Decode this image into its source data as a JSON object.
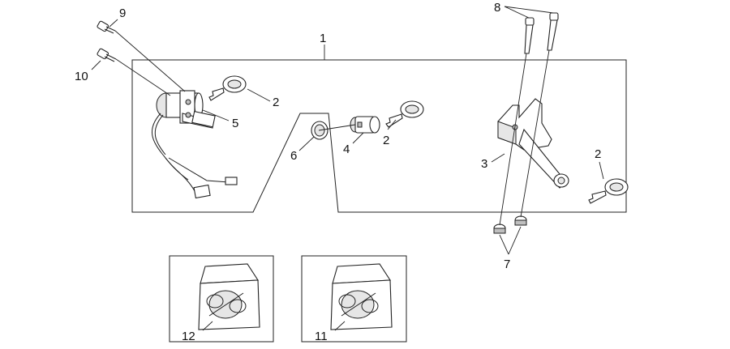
{
  "callouts": {
    "c1": "1",
    "c2a": "2",
    "c2b": "2",
    "c2c": "2",
    "c3": "3",
    "c4": "4",
    "c5": "5",
    "c6": "6",
    "c7": "7",
    "c8": "8",
    "c9": "9",
    "c10": "10",
    "c11": "11",
    "c12": "12"
  }
}
